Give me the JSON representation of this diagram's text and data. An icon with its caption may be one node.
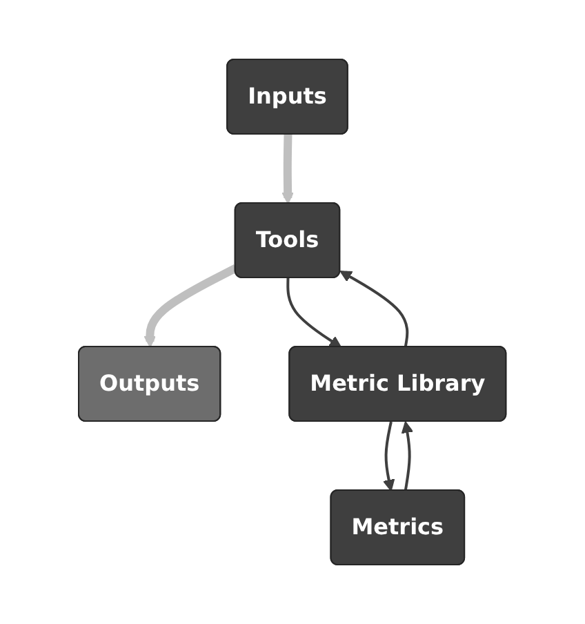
{
  "diagram": {
    "nodes": [
      {
        "text": [
          "Inputs"
        ]
      },
      {
        "text": [
          "Tools"
        ]
      },
      {
        "text": [
          "Outputs"
        ]
      },
      {
        "text": [
          "Metric Library"
        ]
      },
      {
        "text": [
          "Metrics"
        ]
      }
    ],
    "edges": [
      {
        "from": 0,
        "to": 1,
        "arrow": "to",
        "style": "thick",
        "color": "#bfbfbf"
      },
      {
        "from": 1,
        "to": 2,
        "arrow": "to",
        "style": "thick",
        "color": "#bfbfbf"
      },
      {
        "from": 1,
        "to": 3,
        "arrow": "to"
      },
      {
        "from": 3,
        "to": 1,
        "arrow": "to"
      },
      {
        "from": 3,
        "to": 4,
        "arrow": "to"
      },
      {
        "from": 4,
        "to": 3,
        "arrow": "to"
      }
    ]
  }
}
